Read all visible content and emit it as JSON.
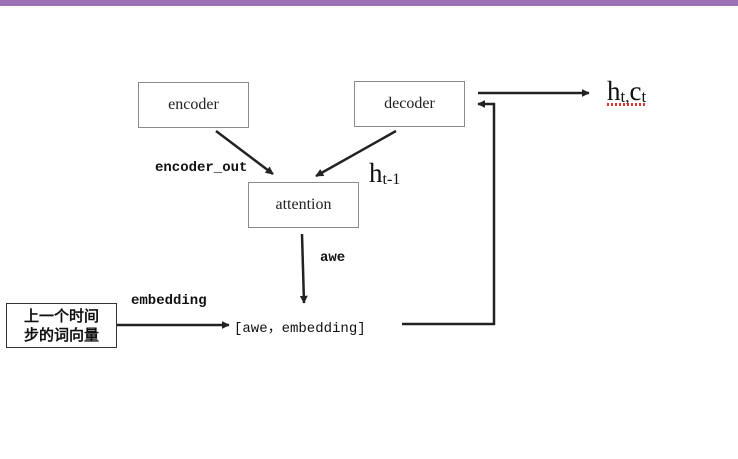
{
  "colors": {
    "top_bar": "#9b72b5",
    "line": "#222222",
    "spell_underline": "#e03030"
  },
  "nodes": {
    "encoder": "encoder",
    "decoder": "decoder",
    "attention": "attention",
    "input_line1": "上一个时间",
    "input_line2": "步的词向量",
    "concat": "[awe，embedding]"
  },
  "labels": {
    "encoder_out": "encoder_out",
    "awe": "awe",
    "embedding": "embedding"
  },
  "math": {
    "h_prev_base": "h",
    "h_prev_sub": "t-1",
    "out_h_base": "h",
    "out_h_sub": "t",
    "out_sep": ",",
    "out_c_base": "c",
    "out_c_sub": "t"
  }
}
